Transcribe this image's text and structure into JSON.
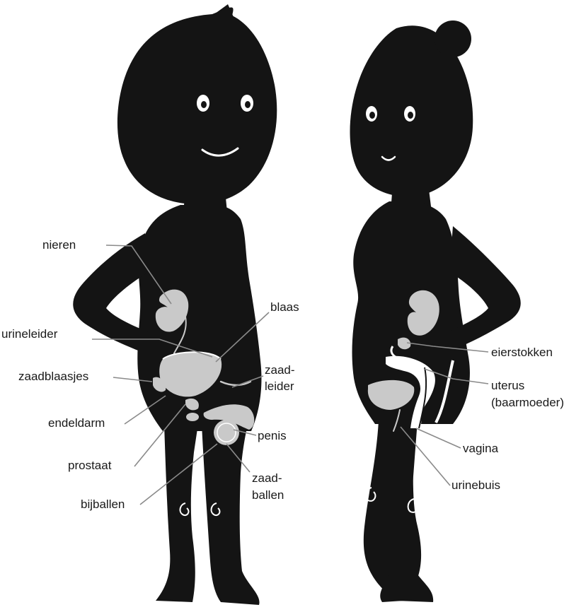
{
  "diagram": {
    "male_labels": {
      "nieren": "nieren",
      "urineleider": "urineleider",
      "zaadblaasjes": "zaadblaasjes",
      "endeldarm": "endeldarm",
      "prostaat": "prostaat",
      "bijballen": "bijballen",
      "blaas": "blaas",
      "zaadleider_1": "zaad-",
      "zaadleider_2": "leider",
      "penis": "penis",
      "zaadballen_1": "zaad-",
      "zaadballen_2": "ballen"
    },
    "female_labels": {
      "eierstokken": "eierstokken",
      "uterus_1": "uterus",
      "uterus_2": "(baarmoeder)",
      "vagina": "vagina",
      "urinebuis": "urinebuis"
    },
    "colors": {
      "silhouette": "#141414",
      "organs": "#c9c9c9",
      "leader_lines": "#8a8a8a",
      "background": "#ffffff"
    }
  }
}
